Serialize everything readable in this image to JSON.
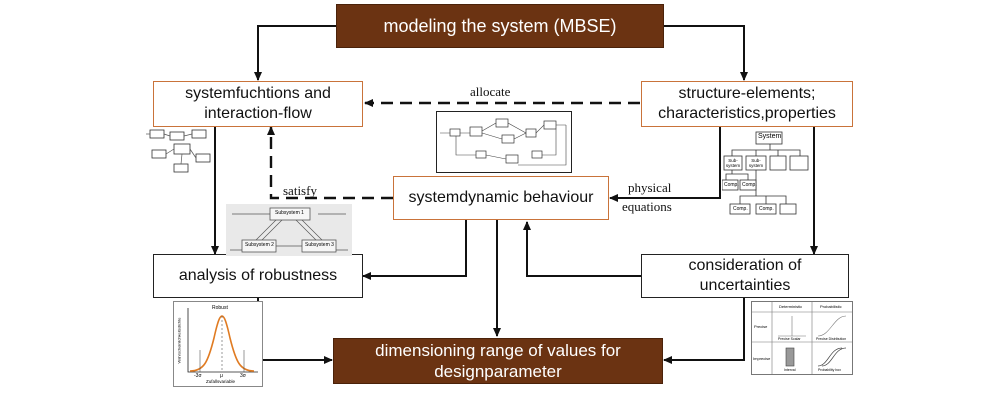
{
  "boxes": {
    "mbse": "modeling the system (MBSE)",
    "functions_line1": "systemfuchtions and",
    "functions_line2": "interaction-flow",
    "structure_line1": "structure-elements;",
    "structure_line2": "characteristics,properties",
    "dynamic": "systemdynamic behaviour",
    "robustness": "analysis of robustness",
    "uncertainties_line1": "consideration of",
    "uncertainties_line2": "uncertainties",
    "dimensioning_line1": "dimensioning range of values for",
    "dimensioning_line2": "designparameter"
  },
  "labels": {
    "allocate": "allocate",
    "satisfy": "satisfy",
    "physical": "physical",
    "equations": "equations"
  },
  "hierarchy": {
    "root": "System",
    "sub1": "Sub-system",
    "sub2": "Sub-system",
    "comp": "Comp."
  },
  "subsystems": {
    "s1": "Subsystem 1",
    "s2": "Subsystem 2",
    "s3": "Subsystem 3"
  },
  "bell": {
    "title": "Robust",
    "xlabel": "Zufallsvariable",
    "ylabel": "Wahrscheinlichkeitsdichte",
    "ticks": [
      "-3σ",
      "μ",
      "3σ"
    ]
  },
  "uncert_table": {
    "col1": "Deterministic",
    "col2": "Probabilistic",
    "row1": "Precise",
    "row2": "Imprecise",
    "c11": "Precise Scalar",
    "c12": "Precise Distribution",
    "c21": "Interval",
    "c22": "Probability box"
  },
  "colors": {
    "brown": "#6b3312",
    "orange_border": "#c9733a",
    "curve": "#e07b22"
  }
}
